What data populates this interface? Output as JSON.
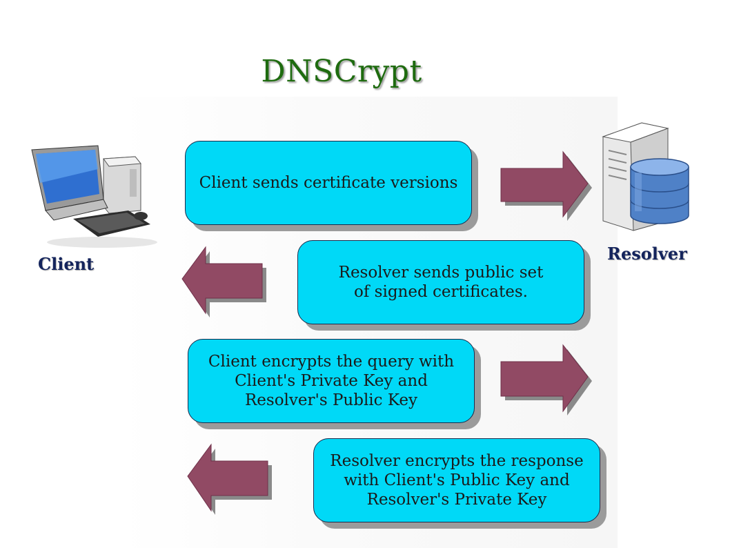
{
  "title": "DNSCrypt",
  "nodes": {
    "client": "Client",
    "resolver": "Resolver"
  },
  "steps": [
    {
      "text": "Client sends certificate versions",
      "direction": "client-to-resolver"
    },
    {
      "text": "Resolver sends public set\nof signed certificates.",
      "direction": "resolver-to-client"
    },
    {
      "text": "Client encrypts the query with\nClient's Private Key and\nResolver's Public Key",
      "direction": "client-to-resolver"
    },
    {
      "text": "Resolver encrypts the response\nwith Client's Public Key and\nResolver's Private Key",
      "direction": "resolver-to-client"
    }
  ],
  "colors": {
    "title": "#1e6b0f",
    "box_fill": "#00d9f7",
    "arrow_fill": "#914a64",
    "label": "#14245c"
  },
  "icons": {
    "client": "desktop-computer-icon",
    "resolver": "server-database-icon"
  }
}
